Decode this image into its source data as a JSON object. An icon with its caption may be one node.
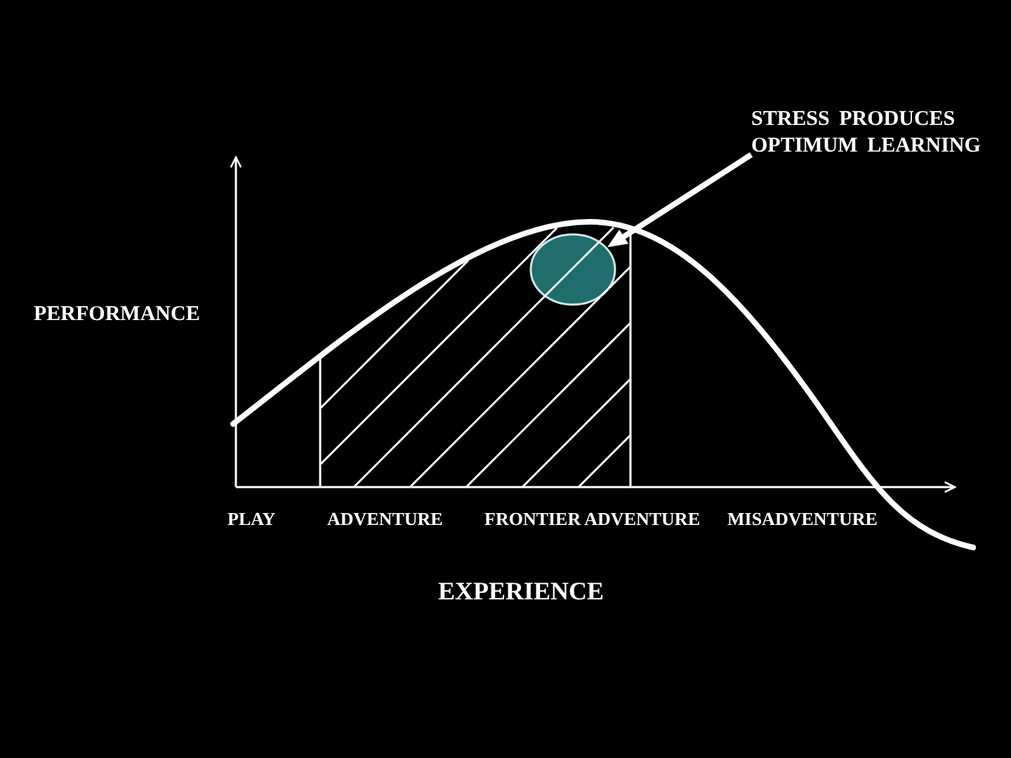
{
  "diagram": {
    "nodes": [
      {
        "text": [
          "STRESS PRODUCES OPTIMUM LEARNING"
        ]
      },
      {
        "text": [],
        "shape": "circle"
      }
    ],
    "edges": [
      {
        "from": 0,
        "to": 1,
        "arrow": "to"
      }
    ],
    "labels": [
      "PERFORMANCE",
      "PLAY",
      "ADVENTURE",
      "FRONTIER ADVENTURE",
      "MISADVENTURE",
      "EXPERIENCE"
    ]
  }
}
